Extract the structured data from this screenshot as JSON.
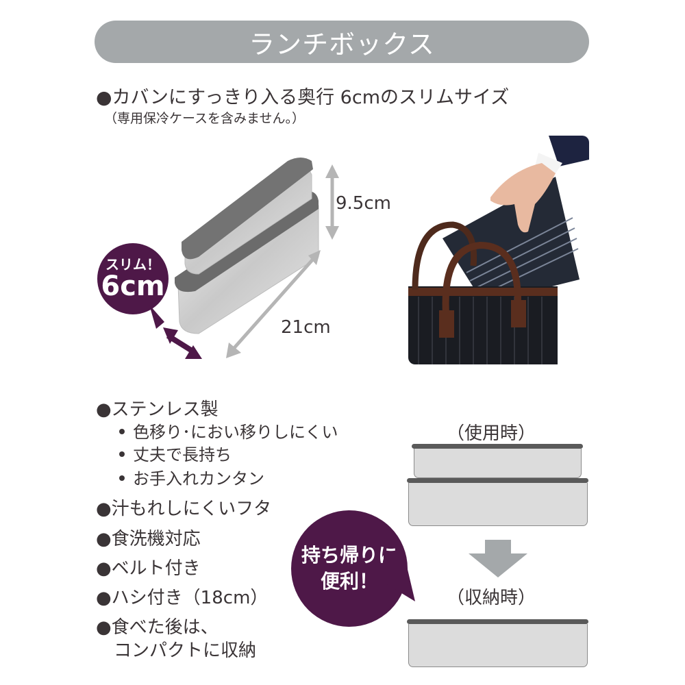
{
  "header": {
    "title": "ランチボックス"
  },
  "lead": {
    "text": "●カバンにすっきり入る奥行 6cmのスリムサイズ",
    "note": "（専用保冷ケースを含みません。）"
  },
  "product_diagram": {
    "height_label": "9.5cm",
    "length_label": "21cm",
    "slim_badge": {
      "line1": "スリム！",
      "line2": "6cm"
    }
  },
  "features": [
    {
      "label": "●ステンレス製",
      "sub": [
        "色移り･におい移りしにくい",
        "丈夫で長持ち",
        "お手入れカンタン"
      ]
    },
    {
      "label": "●汁もれしにくいフタ"
    },
    {
      "label": "●食洗機対応"
    },
    {
      "label": "●ベルト付き"
    },
    {
      "label": "●ハシ付き（18cm）"
    },
    {
      "label": "●食べた後は、",
      "line2": "コンパクトに収納"
    }
  ],
  "storage_diagram": {
    "in_use_label": "（使用時）",
    "stored_label": "（収納時）",
    "arrow": "down-arrow-icon"
  },
  "carry_badge": {
    "line1": "持ち帰りに",
    "line2": "便利！"
  },
  "colors": {
    "title_bg": "#a4a8aa",
    "accent_purple": "#4e1848",
    "text": "#3a3436",
    "arrow_gray": "#a4a8aa",
    "box_fill": "#dcdcdc",
    "lid_gray": "#5a5a5a"
  }
}
